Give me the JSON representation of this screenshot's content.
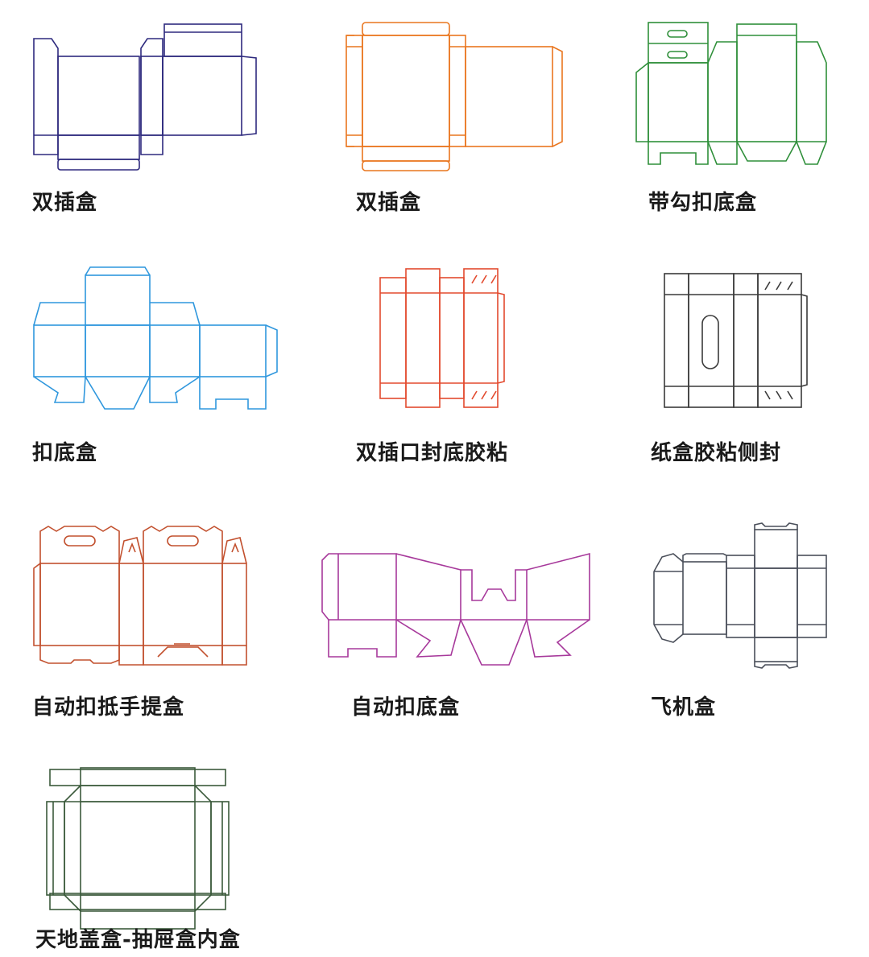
{
  "items": [
    {
      "label": "双插盒",
      "color": "#2e2a7e"
    },
    {
      "label": "双插盒",
      "color": "#e9761f"
    },
    {
      "label": "带勾扣底盒",
      "color": "#2f8f3a"
    },
    {
      "label": "扣底盒",
      "color": "#2f97dd"
    },
    {
      "label": "双插口封底胶粘",
      "color": "#e34a2e"
    },
    {
      "label": "纸盒胶粘侧封",
      "color": "#3a3a3a"
    },
    {
      "label": "自动扣抵手提盒",
      "color": "#c2502e"
    },
    {
      "label": "自动扣底盒",
      "color": "#a7399b"
    },
    {
      "label": "飞机盒",
      "color": "#4a4f5a"
    },
    {
      "label": "天地盖盒-抽屉盒内盒",
      "color": "#3b5a3b"
    }
  ]
}
